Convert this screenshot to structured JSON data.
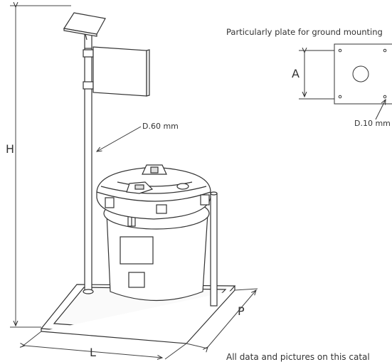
{
  "caption": "Particularly plate for ground mounting",
  "dimensions": {
    "height": "H",
    "length": "L",
    "depth": "P",
    "plate_hole_spacing": "A"
  },
  "annotations": {
    "pole_diameter": "D.60 mm",
    "hole_diameter": "D.10 mm"
  },
  "footer_text": "All data and pictures on this catal"
}
